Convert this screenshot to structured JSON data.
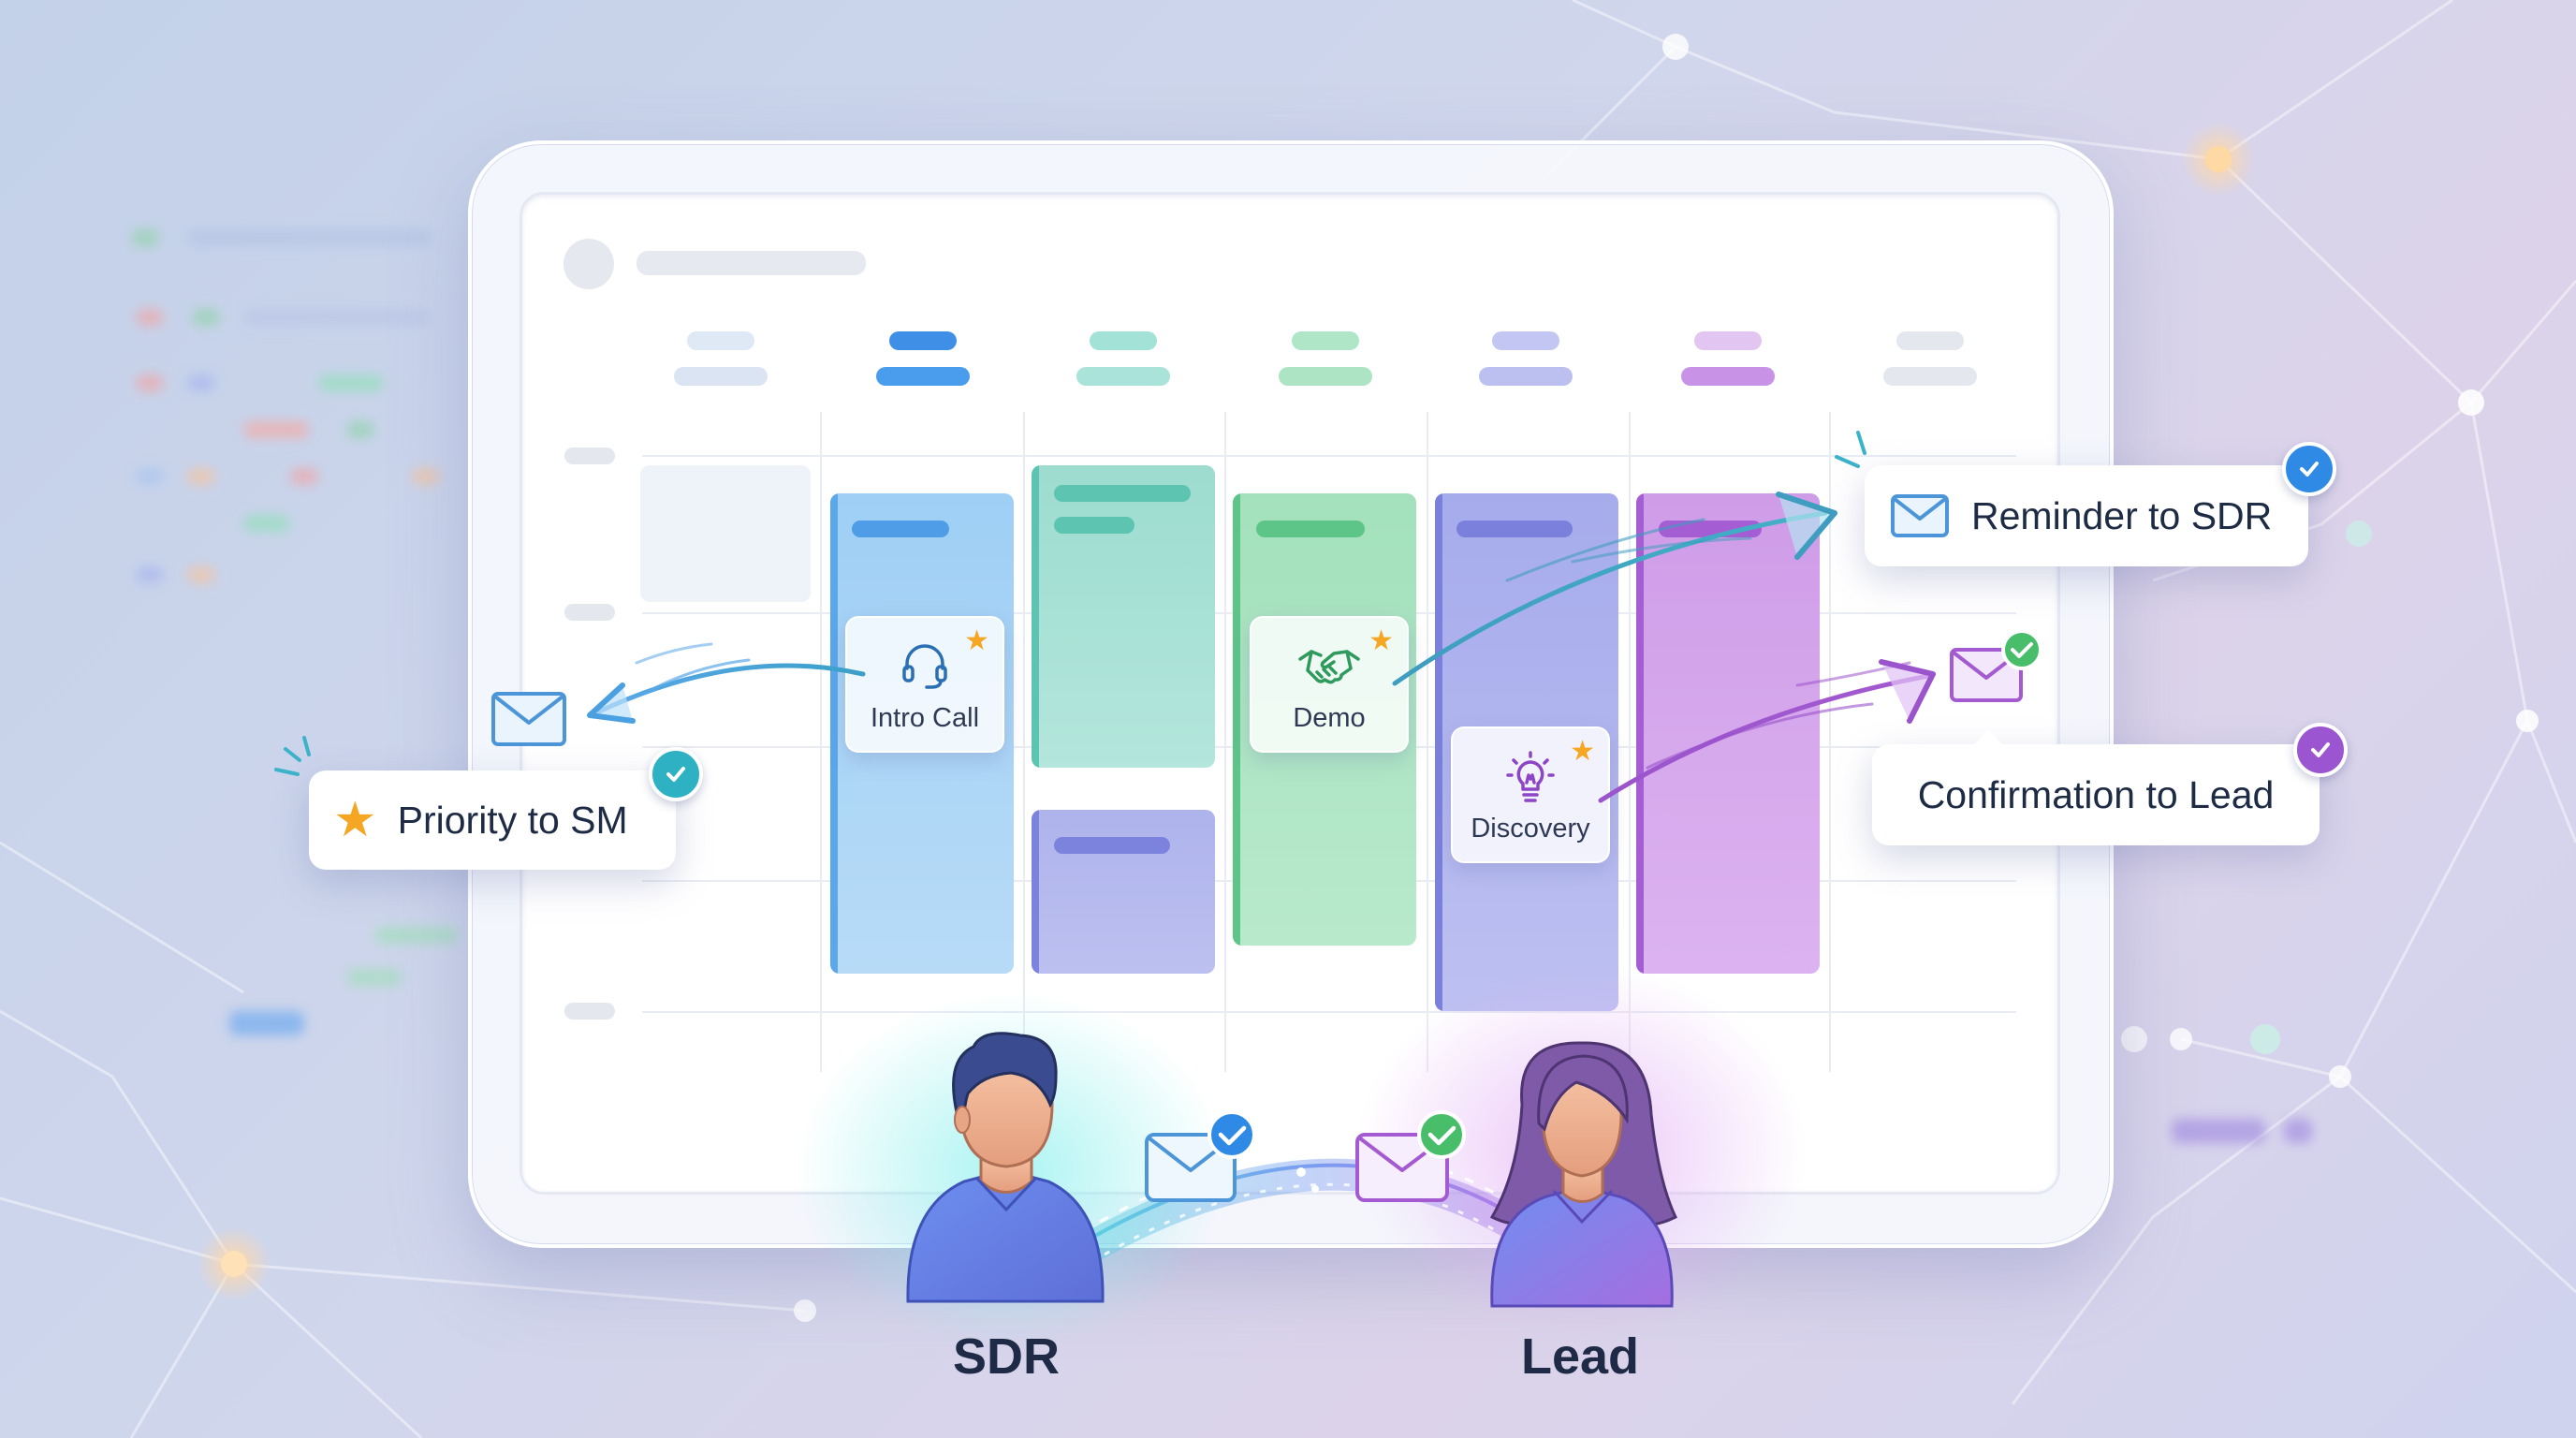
{
  "events": {
    "intro_call": {
      "label": "Intro Call",
      "icon": "headset-icon",
      "starred": true
    },
    "demo": {
      "label": "Demo",
      "icon": "handshake-icon",
      "starred": true
    },
    "discovery": {
      "label": "Discovery",
      "icon": "lightbulb-icon",
      "starred": true
    }
  },
  "notifications": {
    "priority": {
      "label": "Priority to SM",
      "icon": "star-icon",
      "badge_color": "#2fb1c4"
    },
    "reminder": {
      "label": "Reminder to SDR",
      "icon": "envelope-icon",
      "badge_color": "#2f8ae6"
    },
    "confirmation": {
      "label": "Confirmation to Lead",
      "icon": "envelope-icon",
      "badge_color": "#9b55d0"
    }
  },
  "people": {
    "sdr": {
      "label": "SDR"
    },
    "lead": {
      "label": "Lead"
    }
  },
  "colors": {
    "blue": "#a9d3f5",
    "teal": "#a6e0d6",
    "green": "#a8e3c0",
    "indigo": "#b1b6ef",
    "violet": "#d5a6ec",
    "star": "#f5a623"
  }
}
